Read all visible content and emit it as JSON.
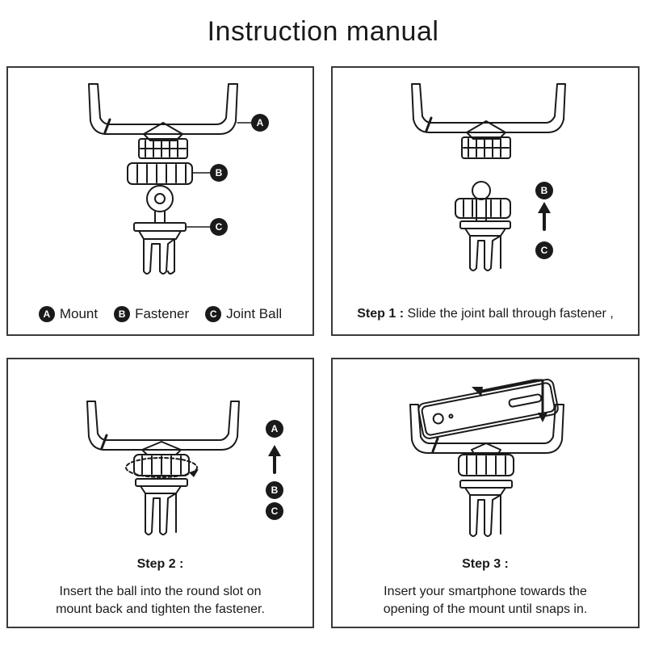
{
  "title": "Instruction manual",
  "legend": {
    "items": [
      {
        "badge": "A",
        "label": "Mount"
      },
      {
        "badge": "B",
        "label": "Fastener"
      },
      {
        "badge": "C",
        "label": "Joint Ball"
      }
    ]
  },
  "panel1": {
    "callouts": [
      "A",
      "B",
      "C"
    ]
  },
  "step1": {
    "heading": "Step 1 :",
    "text": "Slide the joint ball through fastener ,",
    "arrow_top": "B",
    "arrow_bottom": "C"
  },
  "step2": {
    "heading": "Step 2 :",
    "line1": "Insert the ball into the round slot on",
    "line2": "mount back and tighten the fastener.",
    "arrow_top": "A",
    "arrow_mid": "B",
    "arrow_bottom": "C"
  },
  "step3": {
    "heading": "Step 3 :",
    "line1": "Insert your smartphone towards the",
    "line2": "opening of the mount until snaps in."
  },
  "colors": {
    "ink": "#1a1a1a",
    "border": "#3a3a3a",
    "background": "#ffffff"
  }
}
